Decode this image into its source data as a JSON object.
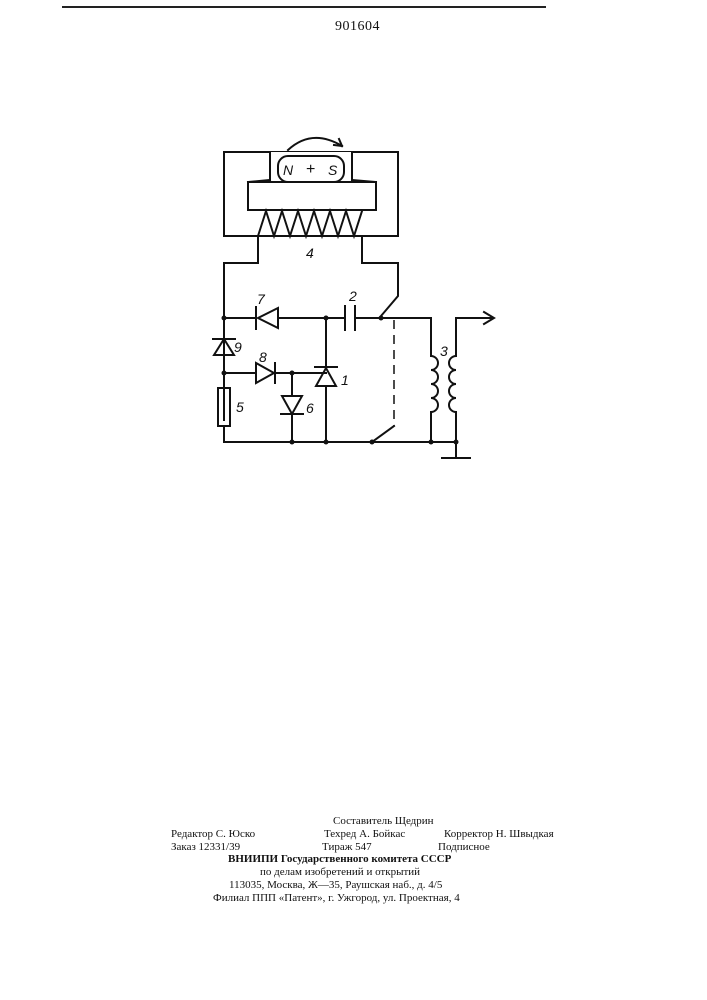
{
  "header": {
    "patent_number": "901604"
  },
  "schematic": {
    "magnet_labels": {
      "north": "N",
      "plus": "+",
      "south": "S"
    },
    "component_labels": {
      "capacitor": "2",
      "transformer": "3",
      "winding": "4",
      "resistor": "5",
      "diode_6": "6",
      "diode_7": "7",
      "diode_8": "8",
      "diode_9": "9",
      "thyristor": "1"
    }
  },
  "imprint": {
    "compiler": "Составитель    Щедрин",
    "editor": "Редактор С. Юско",
    "techred": "Техред А. Бойкас",
    "corrector": "Корректор Н. Швыдкая",
    "order": "Заказ 12331/39",
    "circulation": "Тираж 547",
    "subscription": "Подписное",
    "vniipi": "ВНИИПИ  Государственного  комитета  СССР",
    "affairs": "по  делам  изобретений  и  открытий",
    "address": "113035,  Москва,  Ж—35,  Раушская  наб.,  д.  4/5",
    "branch": "Филиал  ППП  «Патент»,  г.  Ужгород,  ул.  Проектная,  4"
  }
}
